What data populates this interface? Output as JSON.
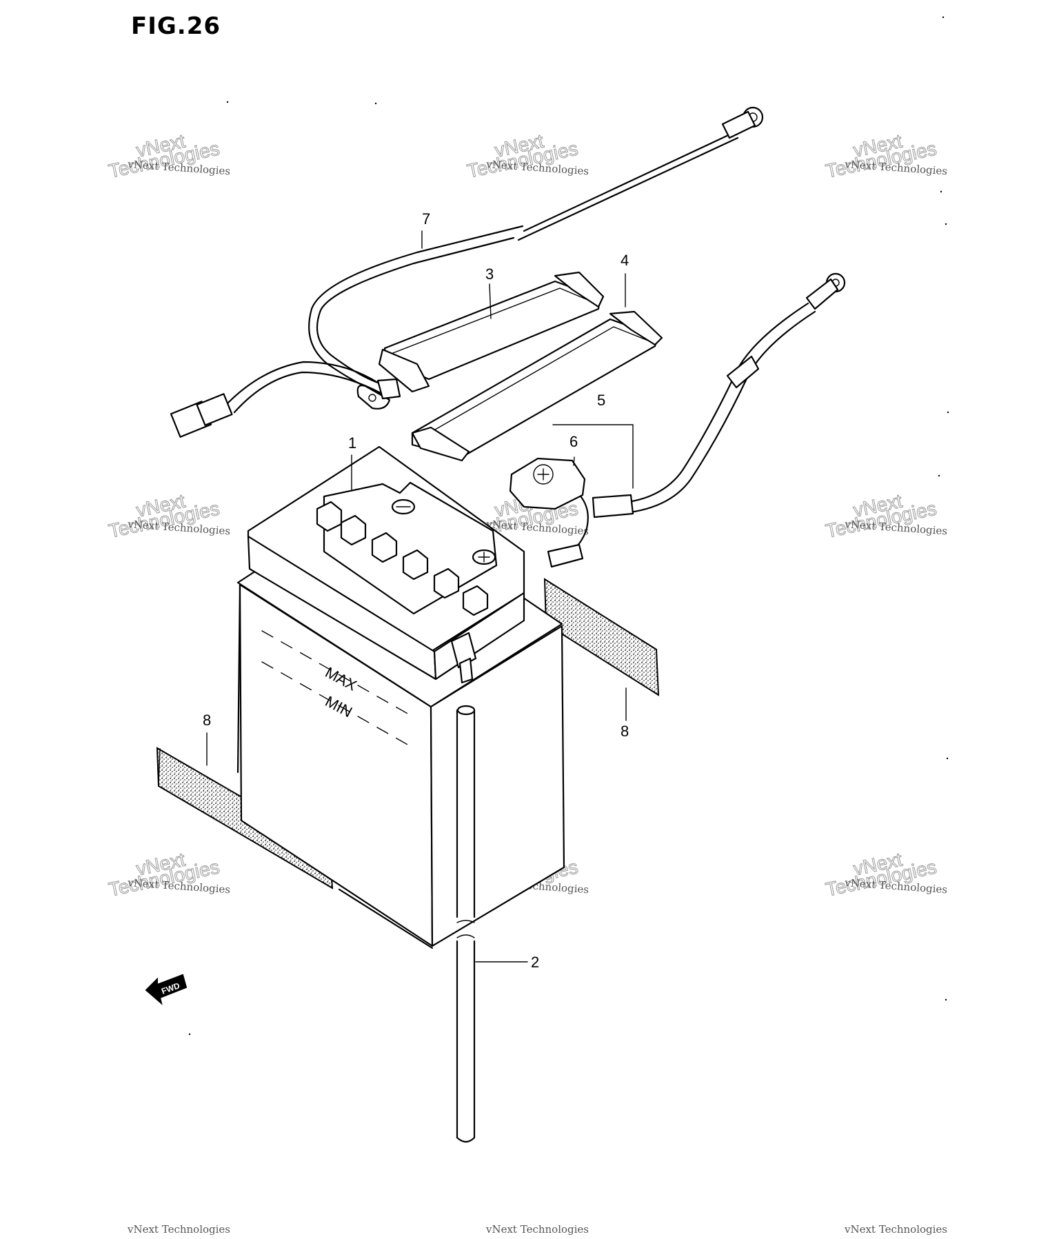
{
  "figure": {
    "title": "FIG.26"
  },
  "callouts": [
    {
      "id": "1",
      "label": "1"
    },
    {
      "id": "2",
      "label": "2"
    },
    {
      "id": "3",
      "label": "3"
    },
    {
      "id": "4",
      "label": "4"
    },
    {
      "id": "5",
      "label": "5"
    },
    {
      "id": "6",
      "label": "6"
    },
    {
      "id": "7",
      "label": "7"
    },
    {
      "id": "8a",
      "label": "8"
    },
    {
      "id": "8b",
      "label": "8"
    }
  ],
  "battery_labels": {
    "max": "MAX",
    "min": "MIN",
    "plus": "+",
    "minus": "-"
  },
  "direction": {
    "label": "FWD"
  },
  "watermark": {
    "line1": "vNext Technologies",
    "line2": "Technologies",
    "line3": "vNext"
  }
}
